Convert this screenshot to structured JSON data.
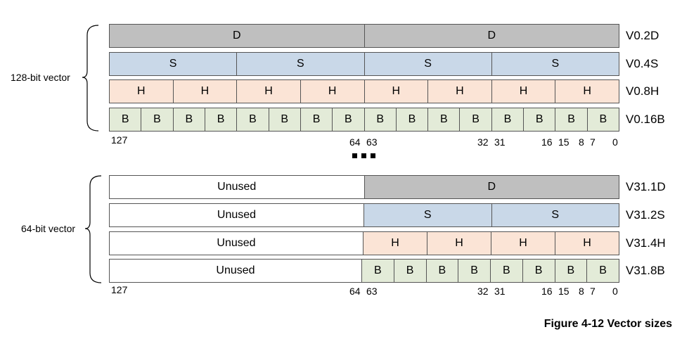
{
  "top_group": {
    "label": "128-bit vector",
    "rows": [
      {
        "name": "V0.2D",
        "cells": [
          {
            "t": "D",
            "k": "d",
            "w": 1
          },
          {
            "t": "D",
            "k": "d",
            "w": 1
          }
        ]
      },
      {
        "name": "V0.4S",
        "cells": [
          {
            "t": "S",
            "k": "s",
            "w": 1
          },
          {
            "t": "S",
            "k": "s",
            "w": 1
          },
          {
            "t": "S",
            "k": "s",
            "w": 1
          },
          {
            "t": "S",
            "k": "s",
            "w": 1
          }
        ]
      },
      {
        "name": "V0.8H",
        "cells": [
          {
            "t": "H",
            "k": "h",
            "w": 1
          },
          {
            "t": "H",
            "k": "h",
            "w": 1
          },
          {
            "t": "H",
            "k": "h",
            "w": 1
          },
          {
            "t": "H",
            "k": "h",
            "w": 1
          },
          {
            "t": "H",
            "k": "h",
            "w": 1
          },
          {
            "t": "H",
            "k": "h",
            "w": 1
          },
          {
            "t": "H",
            "k": "h",
            "w": 1
          },
          {
            "t": "H",
            "k": "h",
            "w": 1
          }
        ]
      },
      {
        "name": "V0.16B",
        "cells": [
          {
            "t": "B",
            "k": "b",
            "w": 1
          },
          {
            "t": "B",
            "k": "b",
            "w": 1
          },
          {
            "t": "B",
            "k": "b",
            "w": 1
          },
          {
            "t": "B",
            "k": "b",
            "w": 1
          },
          {
            "t": "B",
            "k": "b",
            "w": 1
          },
          {
            "t": "B",
            "k": "b",
            "w": 1
          },
          {
            "t": "B",
            "k": "b",
            "w": 1
          },
          {
            "t": "B",
            "k": "b",
            "w": 1
          },
          {
            "t": "B",
            "k": "b",
            "w": 1
          },
          {
            "t": "B",
            "k": "b",
            "w": 1
          },
          {
            "t": "B",
            "k": "b",
            "w": 1
          },
          {
            "t": "B",
            "k": "b",
            "w": 1
          },
          {
            "t": "B",
            "k": "b",
            "w": 1
          },
          {
            "t": "B",
            "k": "b",
            "w": 1
          },
          {
            "t": "B",
            "k": "b",
            "w": 1
          },
          {
            "t": "B",
            "k": "b",
            "w": 1
          }
        ]
      }
    ]
  },
  "bottom_group": {
    "label": "64-bit vector",
    "rows": [
      {
        "name": "V31.1D",
        "cells": [
          {
            "t": "Unused",
            "k": "u",
            "w": 8
          },
          {
            "t": "D",
            "k": "d",
            "w": 8
          }
        ]
      },
      {
        "name": "V31.2S",
        "cells": [
          {
            "t": "Unused",
            "k": "u",
            "w": 8
          },
          {
            "t": "S",
            "k": "s",
            "w": 4
          },
          {
            "t": "S",
            "k": "s",
            "w": 4
          }
        ]
      },
      {
        "name": "V31.4H",
        "cells": [
          {
            "t": "Unused",
            "k": "u",
            "w": 8
          },
          {
            "t": "H",
            "k": "h",
            "w": 2
          },
          {
            "t": "H",
            "k": "h",
            "w": 2
          },
          {
            "t": "H",
            "k": "h",
            "w": 2
          },
          {
            "t": "H",
            "k": "h",
            "w": 2
          }
        ]
      },
      {
        "name": "V31.8B",
        "cells": [
          {
            "t": "Unused",
            "k": "u",
            "w": 8
          },
          {
            "t": "B",
            "k": "b",
            "w": 1
          },
          {
            "t": "B",
            "k": "b",
            "w": 1
          },
          {
            "t": "B",
            "k": "b",
            "w": 1
          },
          {
            "t": "B",
            "k": "b",
            "w": 1
          },
          {
            "t": "B",
            "k": "b",
            "w": 1
          },
          {
            "t": "B",
            "k": "b",
            "w": 1
          },
          {
            "t": "B",
            "k": "b",
            "w": 1
          },
          {
            "t": "B",
            "k": "b",
            "w": 1
          }
        ]
      }
    ]
  },
  "bit_labels": [
    "127",
    "64",
    "63",
    "32",
    "31",
    "16",
    "15",
    "8",
    "7",
    "0"
  ],
  "caption": "Figure 4-12 Vector sizes"
}
